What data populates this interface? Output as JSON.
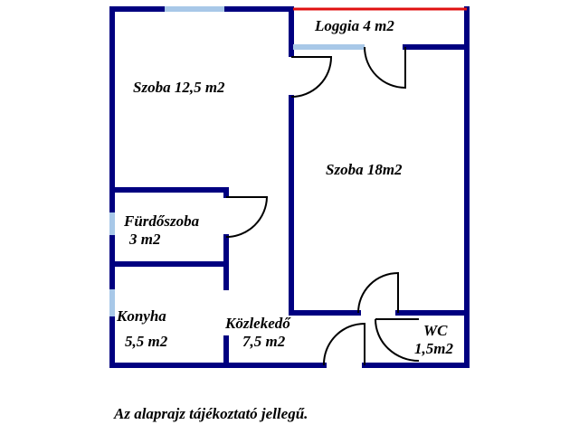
{
  "colors": {
    "wall": "#000080",
    "window": "#a8c8e8",
    "loggia_edge": "#e01010",
    "door": "#000000"
  },
  "rooms": {
    "szoba_small": "Szoba 12,5 m2",
    "loggia": "Loggia 4 m2",
    "szoba_large": "Szoba 18m2",
    "bathroom_name": "Fürdőszoba",
    "bathroom_area": "3 m2",
    "kitchen_name": "Konyha",
    "kitchen_area": "5,5 m2",
    "hallway_name": "Közlekedő",
    "hallway_area": "7,5 m2",
    "wc_name": "WC",
    "wc_area": "1,5m2"
  },
  "caption": "Az alaprajz tájékoztató jellegű."
}
